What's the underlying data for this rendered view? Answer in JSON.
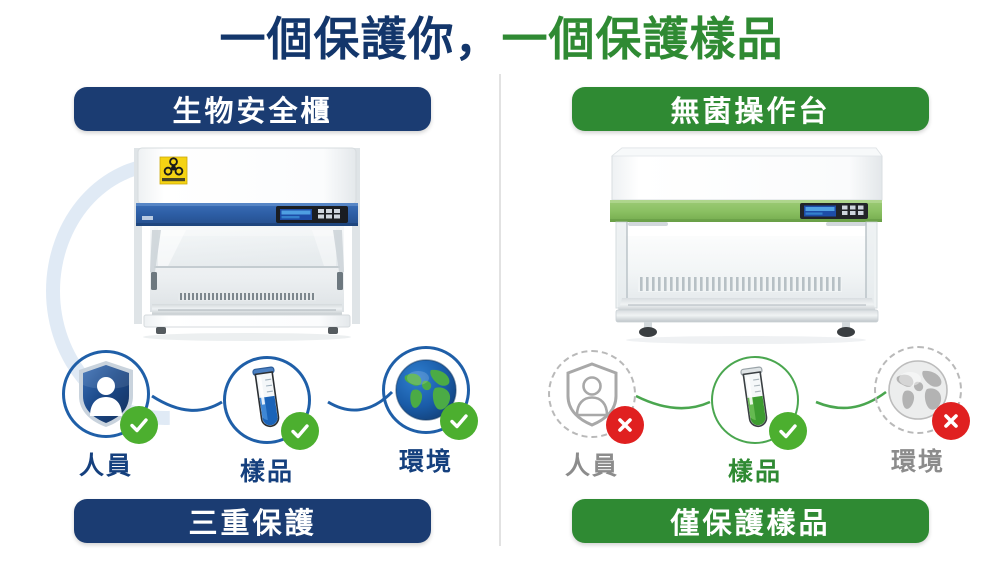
{
  "title": {
    "part1": "一個保護你",
    "comma": "，",
    "part2": "一個保護樣品",
    "color1": "#13366b",
    "color2": "#2f8a33"
  },
  "colors": {
    "navy": "#1b3c72",
    "blue_label": "#15407e",
    "green": "#2f8a33",
    "green_check": "#4caf2f",
    "red_x": "#e02020",
    "gray": "#8c8c8c",
    "divider": "#e2e2e2"
  },
  "left_panel": {
    "header": "生物安全櫃",
    "footer": "三重保護",
    "equipment": {
      "name": "biosafety-cabinet",
      "band_color": "#2f5fa8",
      "warning_label": "BIOHAZARD"
    },
    "nodes": [
      {
        "label": "人員",
        "icon": "shield-person-icon",
        "status": "check",
        "label_color": "blue"
      },
      {
        "label": "樣品",
        "icon": "test-tube-icon",
        "status": "check",
        "label_color": "blue"
      },
      {
        "label": "環境",
        "icon": "globe-icon",
        "status": "check",
        "label_color": "blue"
      }
    ]
  },
  "right_panel": {
    "header": "無菌操作台",
    "footer": "僅保護樣品",
    "equipment": {
      "name": "clean-bench",
      "band_color": "#8cc163"
    },
    "nodes": [
      {
        "label": "人員",
        "icon": "shield-person-icon",
        "status": "cross",
        "label_color": "gray"
      },
      {
        "label": "樣品",
        "icon": "test-tube-icon",
        "status": "check",
        "label_color": "green"
      },
      {
        "label": "環境",
        "icon": "globe-icon",
        "status": "cross",
        "label_color": "gray"
      }
    ]
  }
}
